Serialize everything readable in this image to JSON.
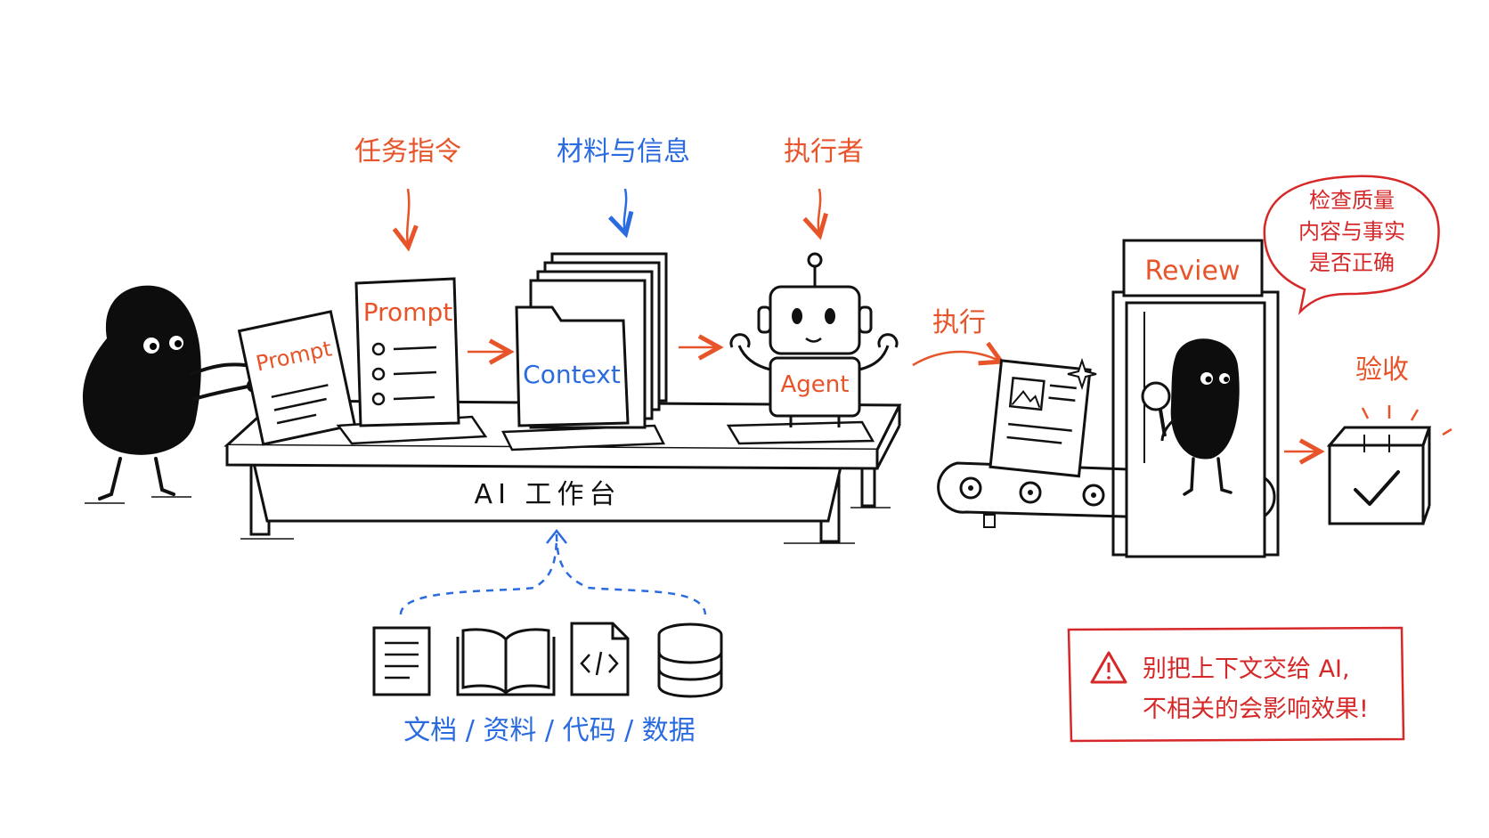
{
  "labels": {
    "task_instruction": "任务指令",
    "materials_info": "材料与信息",
    "executor": "执行者",
    "execute": "执行",
    "accept": "验收"
  },
  "cards": {
    "prompt_held": "Prompt",
    "prompt_doc": "Prompt",
    "context_folder": "Context",
    "agent_body": "Agent",
    "review_sign": "Review"
  },
  "workbench": {
    "label": "AI 工作台"
  },
  "sources": {
    "caption": "文档 / 资料 / 代码 / 数据"
  },
  "speech_bubble": {
    "lines": [
      "检查质量",
      "内容与事实",
      "是否正确"
    ]
  },
  "warning": {
    "lines": [
      "别把上下文交给 AI,",
      "不相关的会影响效果!"
    ]
  },
  "colors": {
    "orange": "#e8542a",
    "blue": "#2a6be0",
    "red": "#d62828",
    "ink": "#111111"
  }
}
